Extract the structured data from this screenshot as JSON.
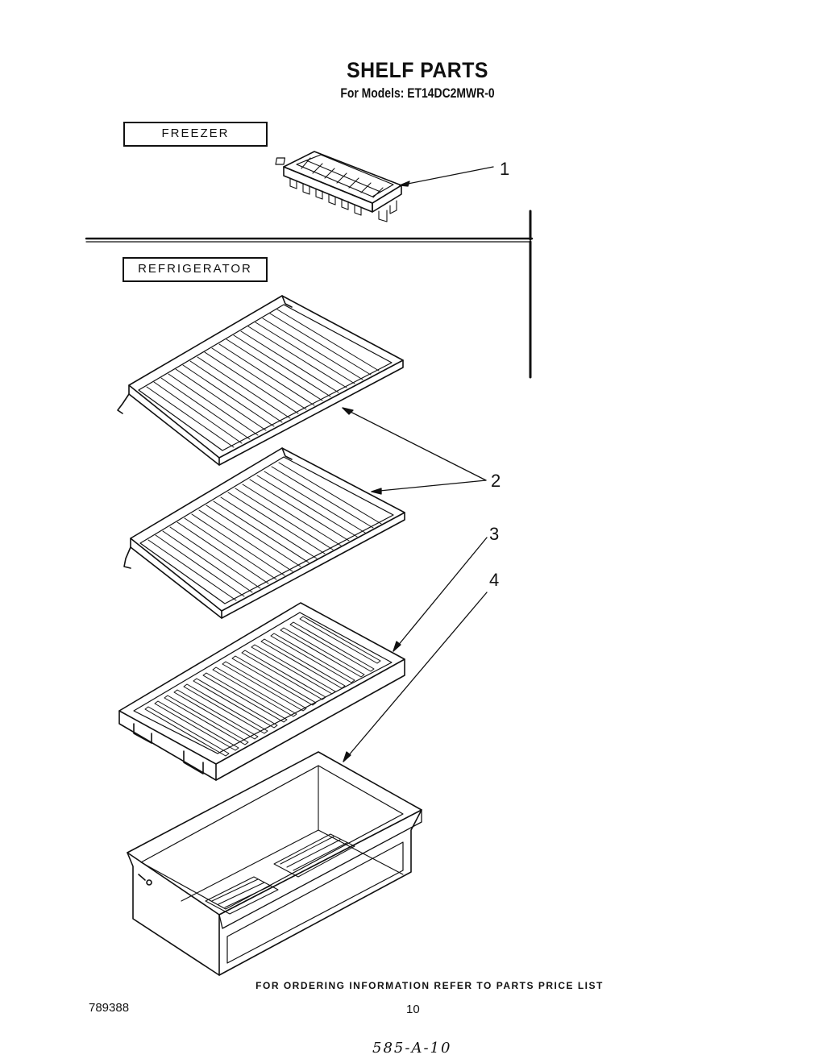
{
  "header": {
    "title": "SHELF PARTS",
    "subtitle": "For Models: ET14DC2MWR-0"
  },
  "sections": {
    "freezer": "FREEZER",
    "refrigerator": "REFRIGERATOR"
  },
  "callouts": [
    "1",
    "2",
    "3",
    "4"
  ],
  "parts": [
    {
      "ref": "1",
      "icon": "ice-tray-icon"
    },
    {
      "ref": "2",
      "icon": "wire-shelf-icon",
      "count": 2
    },
    {
      "ref": "3",
      "icon": "crisper-cover-icon"
    },
    {
      "ref": "4",
      "icon": "crisper-pan-icon"
    }
  ],
  "footer": {
    "note": "FOR ORDERING INFORMATION REFER TO PARTS PRICE LIST",
    "doc_number": "789388",
    "page_number": "10",
    "handwritten": "585-A-10"
  }
}
